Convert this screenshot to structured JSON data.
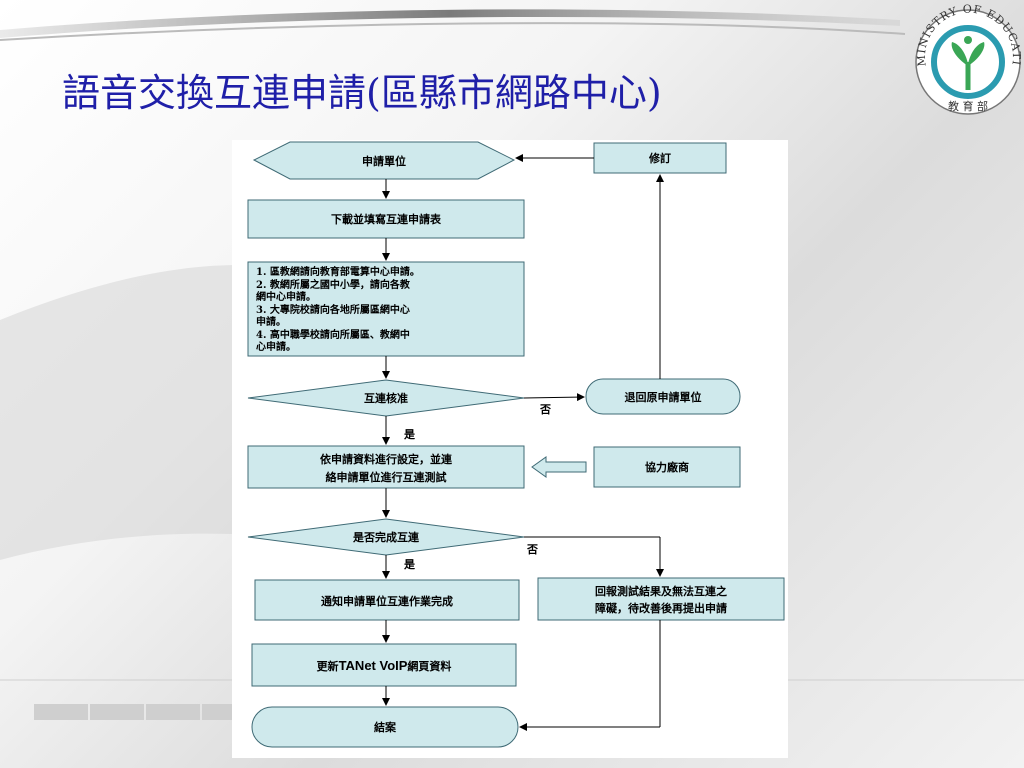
{
  "slide": {
    "title": "語音交換互連申請(區縣市網路中心)"
  },
  "logo": {
    "arc_text": "MINISTRY OF EDUCATION",
    "bottom_text": "教 育 部"
  },
  "flow": {
    "apply_unit": "申請單位",
    "revise": "修訂",
    "download_form": "下載並填寫互連申請表",
    "instructions": [
      "1. 區教網請向教育部電算中心申請。",
      "2. 教網所屬之國中小學，請向各教",
      "    網中心申請。",
      "3. 大專院校請向各地所屬區網中心",
      "    申請。",
      "4. 高中職學校請向所屬區、教網中",
      "    心申請。"
    ],
    "interconnect_approve": "互連核准",
    "return_to_applicant": "退回原申請單位",
    "no_label_1": "否",
    "yes_label_1": "是",
    "configure_line1": "依申請資料進行設定，並連",
    "configure_line2": "絡申請單位進行互連測試",
    "vendor_assist": "協力廠商",
    "completed_question": "是否完成互連",
    "no_label_2": "否",
    "yes_label_2": "是",
    "notify_complete": "通知申請單位互連作業完成",
    "report_line1": "回報測試結果及無法互連之",
    "report_line2": "障礙，待改善後再提出申請",
    "update_prefix": "更新",
    "update_tanet": "TANet VoIP",
    "update_suffix": "網頁資料",
    "close_case": "結案"
  },
  "colors": {
    "node_fill": "#cfe9ec",
    "node_stroke": "#3f6a75",
    "title": "#1f1fa8",
    "logo_green": "#3aa655",
    "logo_teal": "#2b9bb0"
  }
}
